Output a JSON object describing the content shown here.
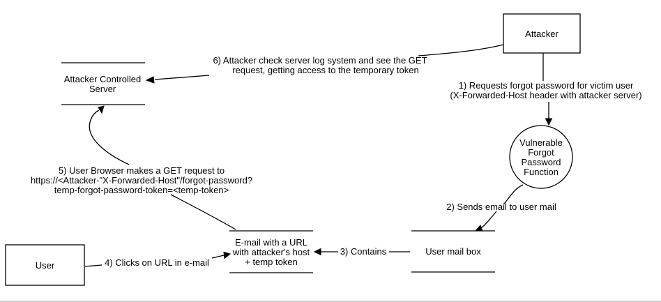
{
  "nodes": {
    "attacker": {
      "label": "Attacker"
    },
    "attacker_server": {
      "line1": "Attacker Controlled",
      "line2": "Server"
    },
    "vulnerable": {
      "line1": "Vulnerable",
      "line2": "Forgot",
      "line3": "Password",
      "line4": "Function"
    },
    "user": {
      "label": "User"
    },
    "email": {
      "line1": "E-mail with a URL",
      "line2": "with attacker's host",
      "line3": "+ temp token"
    },
    "mailbox": {
      "label": "User mail box"
    }
  },
  "edges": {
    "step1": {
      "line1": "1) Requests forgot password  for victim user",
      "line2": "(X-Forwarded-Host header with attacker server)"
    },
    "step2": {
      "label": "2) Sends email to user mail"
    },
    "step3": {
      "label": "3) Contains"
    },
    "step4": {
      "label": "4) Clicks on URL in e-mail"
    },
    "step5": {
      "line1": "5) User Browser makes a GET request to",
      "line2": "https://<Attacker-\"X-Forwarded-Host\"/forgot-password?",
      "line3": "temp-forgot-password-token=<temp-token>"
    },
    "step6": {
      "line1": "6) Attacker check server log system and see the GET",
      "line2": "request, getting access to the temporary token"
    }
  }
}
